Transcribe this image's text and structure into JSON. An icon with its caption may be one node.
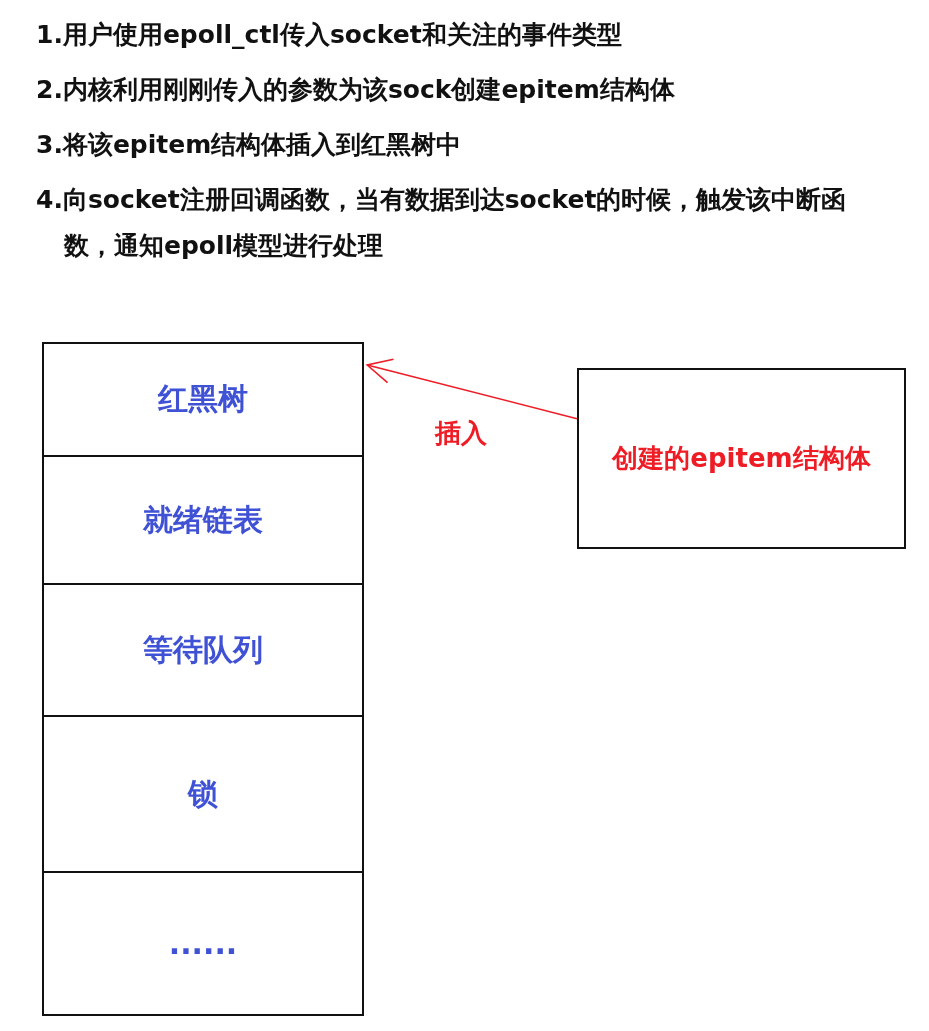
{
  "diagram": {
    "nodes": [
      {
        "text": [
          "红黑树"
        ]
      },
      {
        "text": [
          "就绪链表"
        ]
      },
      {
        "text": [
          "等待队列"
        ]
      },
      {
        "text": [
          "锁"
        ]
      },
      {
        "text": [
          "......"
        ]
      },
      {
        "text": [
          "创建的epitem结构体"
        ]
      }
    ],
    "edges": [
      {
        "from": 5,
        "to": 0,
        "arrow": "to",
        "label": "插入",
        "color": "#ee1c25"
      }
    ],
    "labels": [
      "1.用户使用epoll_ctl传入socket和关注的事件类型",
      "2.内核利用刚刚传入的参数为该sock创建epitem结构体",
      "3.将该epitem结构体插入到红黑树中",
      "4.向socket注册回调函数，当有数据到达socket的时候，触发该中断函数，通知epoll模型进行处理"
    ]
  }
}
